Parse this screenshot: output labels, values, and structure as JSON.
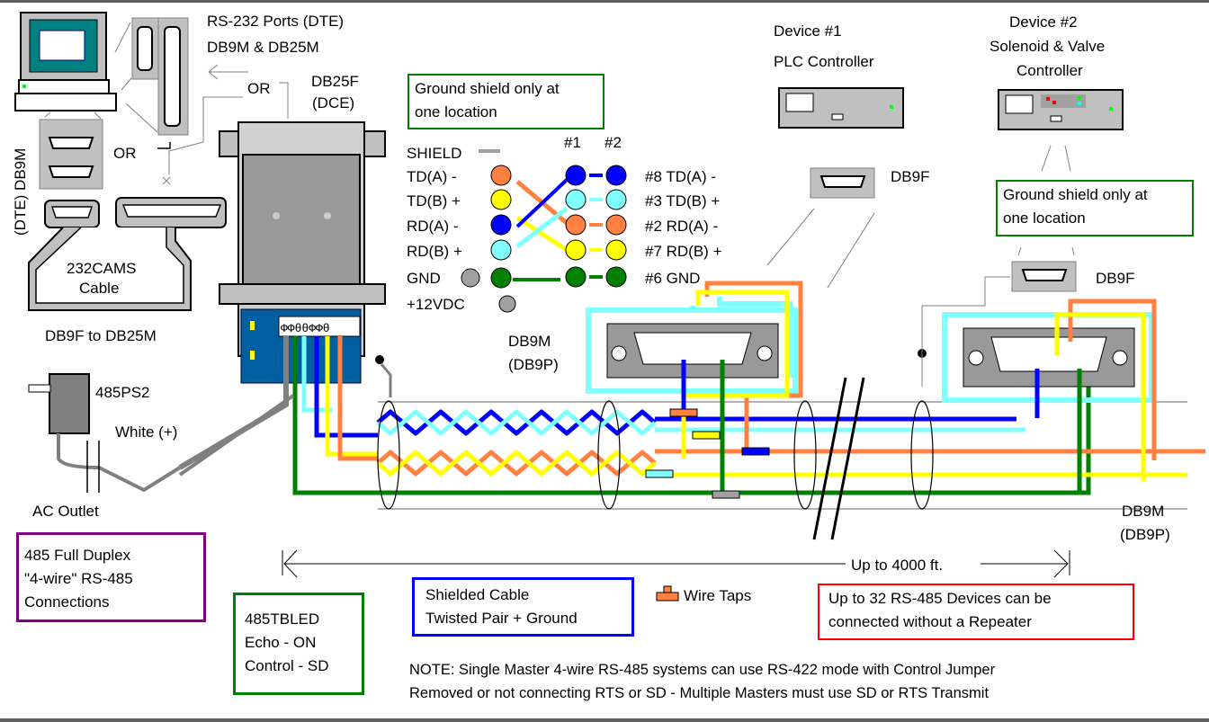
{
  "title": "485 Full Duplex 4-wire RS-485 Connections",
  "labels": {
    "rs232_ports": "RS-232 Ports  (DTE)",
    "db9m_db25m": "DB9M & DB25M",
    "or_top": "OR",
    "or_mid": "OR",
    "db25f": "DB25F",
    "dce": "(DCE)",
    "dte_db9m": "(DTE) DB9M",
    "cable_name": "232CAMS",
    "cable_word": "Cable",
    "db9f_to_db25m": "DB9F to DB25M",
    "power_supply": "485PS2",
    "white_plus": "White (+)",
    "ac_outlet": "AC Outlet",
    "device1_title": "Device #1",
    "device1_sub": "PLC Controller",
    "device2_title": "Device #2",
    "device2_sub1": "Solenoid & Valve",
    "device2_sub2": "Controller",
    "db9f_dev1": "DB9F",
    "db9f_dev2": "DB9F",
    "db9m_left": "DB9M",
    "db9p_left": "(DB9P)",
    "db9m_right": "DB9M",
    "db9p_right": "(DB9P)",
    "distance": "Up to 4000 ft.",
    "wire_taps": "Wire Taps"
  },
  "pin_legend": {
    "col1": "#1",
    "col2": "#2",
    "left": [
      {
        "name": "SHIELD",
        "color": "#a0a0a0"
      },
      {
        "name": "TD(A) -",
        "color": "#ff8040"
      },
      {
        "name": "TD(B) +",
        "color": "#ffff00"
      },
      {
        "name": "RD(A) -",
        "color": "#0000ff"
      },
      {
        "name": "RD(B) +",
        "color": "#80ffff"
      },
      {
        "name": "GND",
        "color": "#008000"
      },
      {
        "name": "+12VDC",
        "color": "#a0a0a0"
      }
    ],
    "right": [
      {
        "name": "#8 TD(A) -",
        "color": "#0000ff"
      },
      {
        "name": "#3 TD(B) +",
        "color": "#80ffff"
      },
      {
        "name": "#2 RD(A) -",
        "color": "#ff8040"
      },
      {
        "name": "#7 RD(B) +",
        "color": "#ffff00"
      },
      {
        "name": "#6 GND",
        "color": "#008000"
      }
    ]
  },
  "boxes": {
    "ground_shield_1": [
      "Ground shield only at",
      "one location"
    ],
    "ground_shield_2": [
      "Ground shield only at",
      "one location"
    ],
    "full_duplex": [
      "485 Full Duplex",
      "\"4-wire\" RS-485",
      "Connections"
    ],
    "tbled": [
      "485TBLED",
      "Echo - ON",
      "Control - SD"
    ],
    "shielded_cable": [
      "Shielded Cable",
      "Twisted Pair + Ground"
    ],
    "devices_limit": [
      "Up to 32 RS-485 Devices can be",
      "connected without a Repeater"
    ]
  },
  "note": [
    "NOTE:  Single Master 4-wire RS-485 systems can use RS-422 mode with Control Jumper",
    "Removed or not connecting RTS or SD - Multiple Masters must use SD or RTS Transmit"
  ],
  "colors": {
    "green_box": "#008000",
    "purple_box": "#800080",
    "blue_box": "#0000ff",
    "red_box": "#ff0000",
    "wire_blue": "#0000ff",
    "wire_cyan": "#80ffff",
    "wire_orange": "#ff8040",
    "wire_yellow": "#ffff00",
    "wire_green": "#008000",
    "connector_gray": "#c0c0c0",
    "board_blue": "#00609f"
  }
}
